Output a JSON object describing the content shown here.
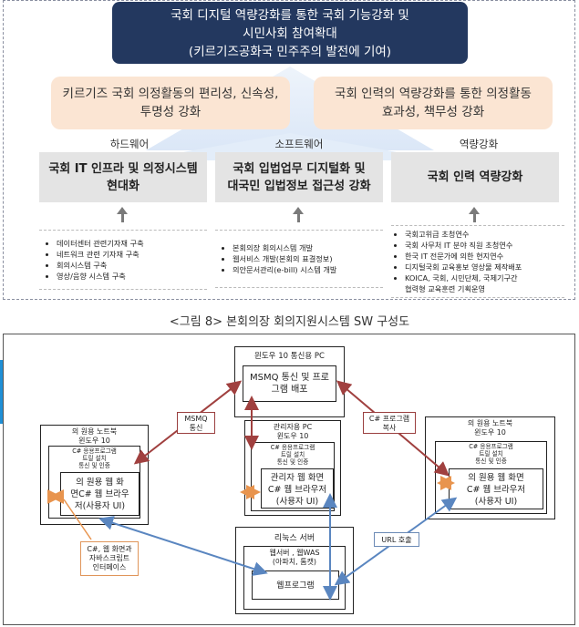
{
  "top": {
    "goal_lines": [
      "국회 디지털 역량강화를 통한 국회 기능강화 및",
      "시민사회 참여확대",
      "(키르기즈공화국 민주주의 발전에 기여)"
    ],
    "objective_left": [
      "키르기즈 국회 의정활동의 편리성, 신속성,",
      "투명성 강화"
    ],
    "objective_right": [
      "국회 인력의 역량강화를 통한 의정활동",
      "효과성, 책무성 강화"
    ],
    "categories": {
      "hardware": "하드웨어",
      "software": "소프트웨어",
      "capacity": "역량강화"
    },
    "components": {
      "hardware": [
        "국회 IT 인프라 및 의정시스템",
        "현대화"
      ],
      "software": [
        "국회 입법업무 디지털화 및",
        "대국민 입법정보 접근성 강화"
      ],
      "capacity": [
        "국회 인력 역량강화"
      ]
    },
    "activities": {
      "hardware": [
        "데이터센터 관련기자재 구축",
        "네트워크 관련 기자재 구축",
        "회의시스템 구축",
        "영상/음향 시스템 구축"
      ],
      "software": [
        "본회의장 회의시스템 개발",
        "웹서비스 개발(본회의 표결정보)",
        "의안문서관리(e-bill) 시스템 개발"
      ],
      "capacity": [
        "국회고위급 초청연수",
        "국회 사무처 IT 분야 직원 초청연수",
        "한국 IT 전문가에 의한 현지연수",
        "디지털국회 교육홍보 영상물 제작배포",
        "KOICA, 국회, 시민단체, 국제기구간",
        "협력형 교육훈련 기획운영"
      ]
    }
  },
  "caption": "<그림 8> 본회의장 회의지원시스템 SW 구성도",
  "diagram": {
    "top_pc": {
      "title": "윈도우 10 통신용 PC",
      "inner": [
        "MSMQ 통신 및 프로",
        "그램 배포"
      ]
    },
    "left_laptop": {
      "title": [
        "의 원용 노트북",
        "윈도우 10"
      ],
      "sub": [
        "C# 응용프로그램",
        "트릴 설치",
        "통신 및 인증"
      ],
      "inner": [
        "의 원용 웹 화",
        "면C# 웹 브라우",
        "저(사용자 UI)"
      ]
    },
    "admin_pc": {
      "title": [
        "관리자용 PC",
        "윈도우 10"
      ],
      "sub": [
        "C# 응용프로그램",
        "트릴 설치",
        "통신 및 인증"
      ],
      "inner": [
        "관리자 웹 화면",
        "C# 웹 브라우저",
        "(사용자 UI)"
      ]
    },
    "right_laptop": {
      "title": [
        "의 원용 노트북",
        "윈도우 10"
      ],
      "sub": [
        "C# 응용프로그램",
        "트릴 설치",
        "통신 및 인증"
      ],
      "inner": [
        "의 원용 웹 화면",
        "C# 웹 브라우저",
        "(사용자 UI)"
      ]
    },
    "linux": {
      "title": "리눅스 서버",
      "sub": [
        "웹서버 , 웹WAS",
        "(아파치, 톰캣)"
      ],
      "inner": "웹프로그램"
    },
    "labels": {
      "msmq": [
        "MSMQ",
        "통신"
      ],
      "csharp_copy": [
        "C# 프로그램",
        "복사"
      ],
      "url": "URL 호출",
      "csharp_iface": [
        "C#, 웹 화면과",
        "자바스크립트",
        "인터페이스"
      ]
    },
    "colors": {
      "navy": "#23385f",
      "peach": "#fbe5d3",
      "red_arrow": "#a0403f",
      "blue_arrow": "#5a86c0",
      "orange_arrow": "#e8944e"
    }
  }
}
